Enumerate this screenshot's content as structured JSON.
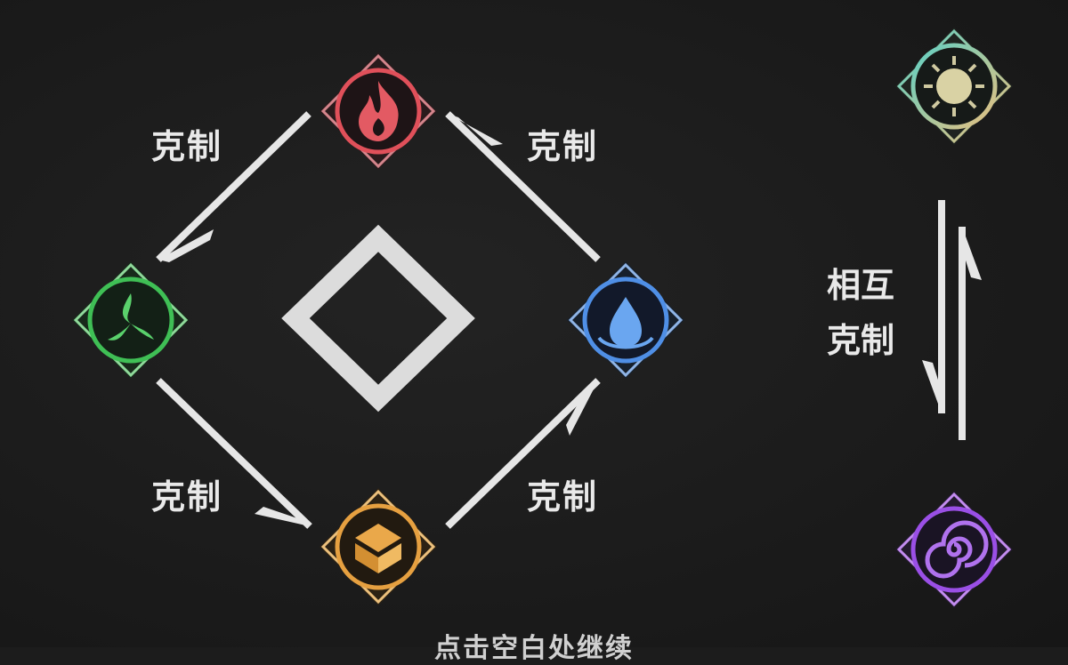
{
  "elements": {
    "pyro": {
      "icon": "fire-element-icon",
      "color": "#e0505a"
    },
    "hydro": {
      "icon": "water-element-icon",
      "color": "#4f8fe6"
    },
    "anemo": {
      "icon": "wind-element-icon",
      "color": "#3fbf55"
    },
    "geo": {
      "icon": "rock-element-icon",
      "color": "#e6a040"
    },
    "light": {
      "icon": "light-element-icon",
      "color": "#c9c7a4"
    },
    "dark": {
      "icon": "dark-element-icon",
      "color": "#9a4fe6"
    }
  },
  "labels": {
    "counter_top_left": "克制",
    "counter_top_right": "克制",
    "counter_bottom_left": "克制",
    "counter_bottom_right": "克制",
    "mutual_line1": "相互",
    "mutual_line2": "克制"
  },
  "hint_text": "点击空白处继续"
}
